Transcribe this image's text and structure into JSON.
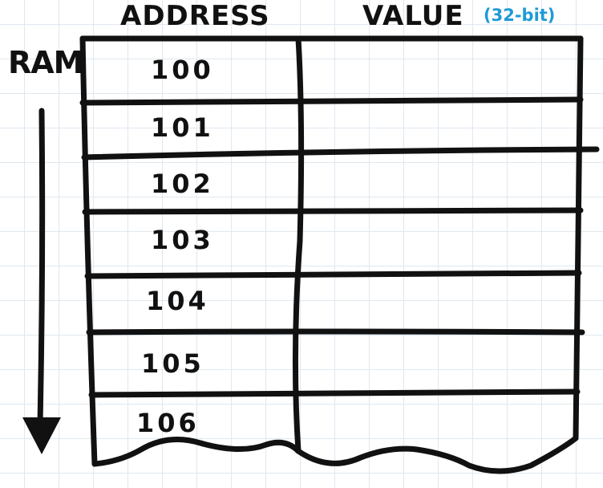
{
  "header": {
    "address_label": "ADDRESS",
    "value_label": "VALUE",
    "value_note": "(32-bit)"
  },
  "side": {
    "ram_label": "RAM"
  },
  "rows": [
    {
      "address": "100"
    },
    {
      "address": "101"
    },
    {
      "address": "102"
    },
    {
      "address": "103"
    },
    {
      "address": "104"
    },
    {
      "address": "105"
    },
    {
      "address": "106"
    }
  ],
  "colors": {
    "ink": "#111111",
    "note": "#1f9ad6",
    "grid": "#dfe8f0"
  }
}
